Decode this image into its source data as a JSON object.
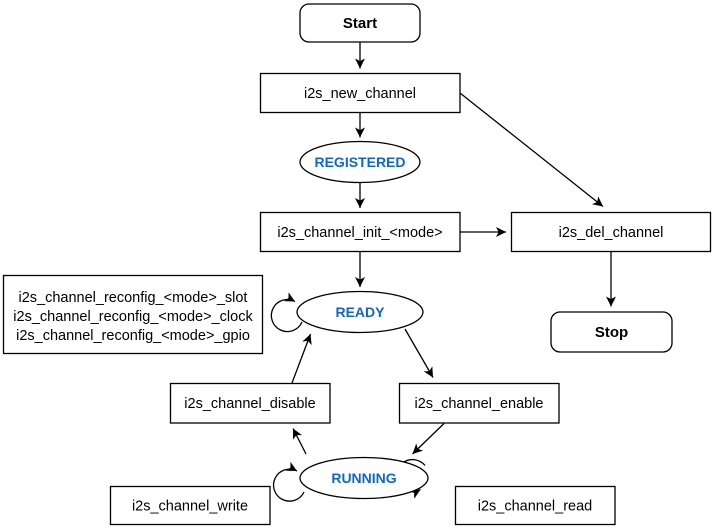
{
  "colors": {
    "state_text": "#1265C9",
    "node_border": "#000000",
    "node_fill": "#FFFFFF",
    "background": "#FFFFFF",
    "edge": "#000000"
  },
  "nodes": {
    "start": {
      "label": "Start"
    },
    "new_channel": {
      "label": "i2s_new_channel"
    },
    "registered": {
      "label": "REGISTERED"
    },
    "init": {
      "label": "i2s_channel_init_<mode>"
    },
    "del_channel": {
      "label": "i2s_del_channel"
    },
    "stop": {
      "label": "Stop"
    },
    "reconfig": {
      "lines": [
        "i2s_channel_reconfig_<mode>_slot",
        "i2s_channel_reconfig_<mode>_clock",
        "i2s_channel_reconfig_<mode>_gpio"
      ]
    },
    "ready": {
      "label": "READY"
    },
    "disable": {
      "label": "i2s_channel_disable"
    },
    "enable": {
      "label": "i2s_channel_enable"
    },
    "running": {
      "label": "RUNNING"
    },
    "write": {
      "label": "i2s_channel_write"
    },
    "read": {
      "label": "i2s_channel_read"
    }
  }
}
